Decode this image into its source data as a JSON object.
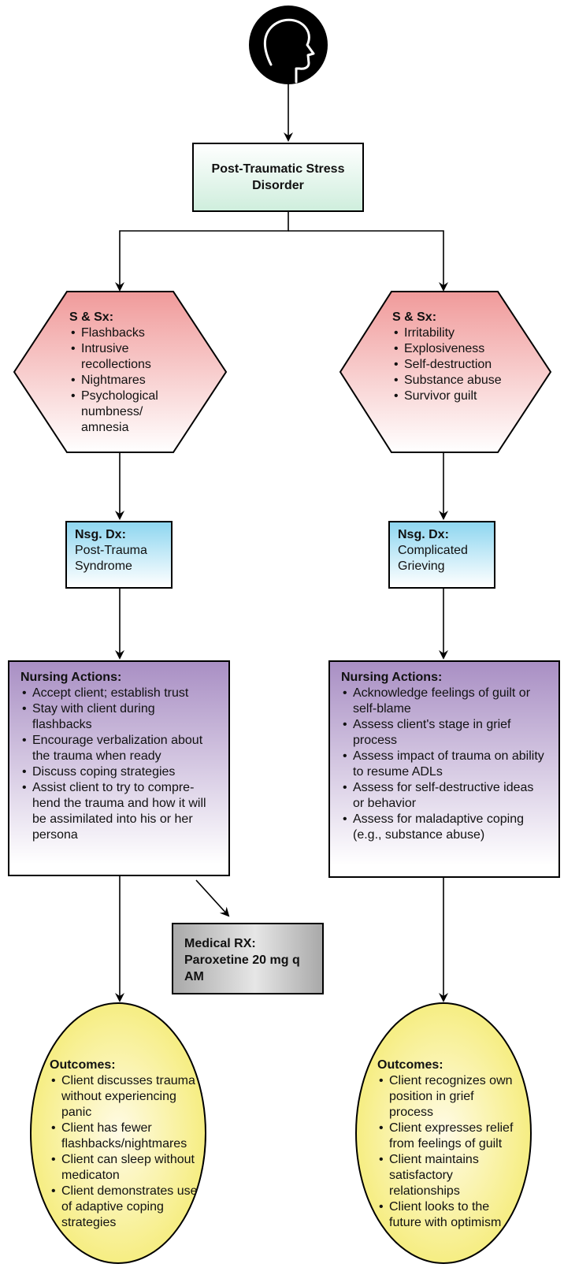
{
  "title": {
    "text": "Post-Traumatic Stress Disorder"
  },
  "left": {
    "ssx": {
      "heading": "S & Sx:",
      "items": [
        "Flashbacks",
        "Intrusive recollections",
        "Nightmares",
        "Psychological numbness/ amnesia"
      ]
    },
    "dx": {
      "heading": "Nsg. Dx:",
      "text": "Post-Trauma Syndrome"
    },
    "actions": {
      "heading": "Nursing Actions:",
      "items": [
        "Accept client; establish trust",
        "Stay with client during flashbacks",
        "Encourage verbalization about the trauma when ready",
        "Discuss coping strategies",
        "Assist client to try to compre-hend the trauma and how it will be assimilated into his or her persona"
      ]
    },
    "outcomes": {
      "heading": "Outcomes:",
      "items": [
        "Client discusses trauma without experiencing panic",
        "Client has fewer flashbacks/nightmares",
        "Client can sleep without medicaton",
        "Client demonstrates use of adaptive coping strategies"
      ]
    }
  },
  "right": {
    "ssx": {
      "heading": "S & Sx:",
      "items": [
        "Irritability",
        "Explosiveness",
        "Self-destruction",
        "Substance abuse",
        "Survivor guilt"
      ]
    },
    "dx": {
      "heading": "Nsg. Dx:",
      "text": "Complicated Grieving"
    },
    "actions": {
      "heading": "Nursing Actions:",
      "items": [
        "Acknowledge feelings of guilt or self-blame",
        "Assess client's stage in grief process",
        "Assess impact of trauma on ability to resume ADLs",
        "Assess for self-destructive ideas or behavior",
        "Assess for maladaptive coping (e.g., substance abuse)"
      ]
    },
    "outcomes": {
      "heading": "Outcomes:",
      "items": [
        "Client recognizes own position in grief process",
        "Client expresses relief from feelings of guilt",
        "Client maintains satisfactory relationships",
        "Client looks to the future with optimism"
      ]
    }
  },
  "medical_rx": {
    "text": "Medical RX: Paroxetine 20 mg q AM"
  },
  "icons": {
    "top": "head-profile-icon"
  },
  "colors": {
    "title_fill": "#cfeedd",
    "ssx_fill": "#f09a9a",
    "dx_fill": "#8ed6f0",
    "actions_fill": "#a98fc4",
    "rx_fill": "#a9a9a9",
    "outcome_fill": "#f5ec78"
  }
}
